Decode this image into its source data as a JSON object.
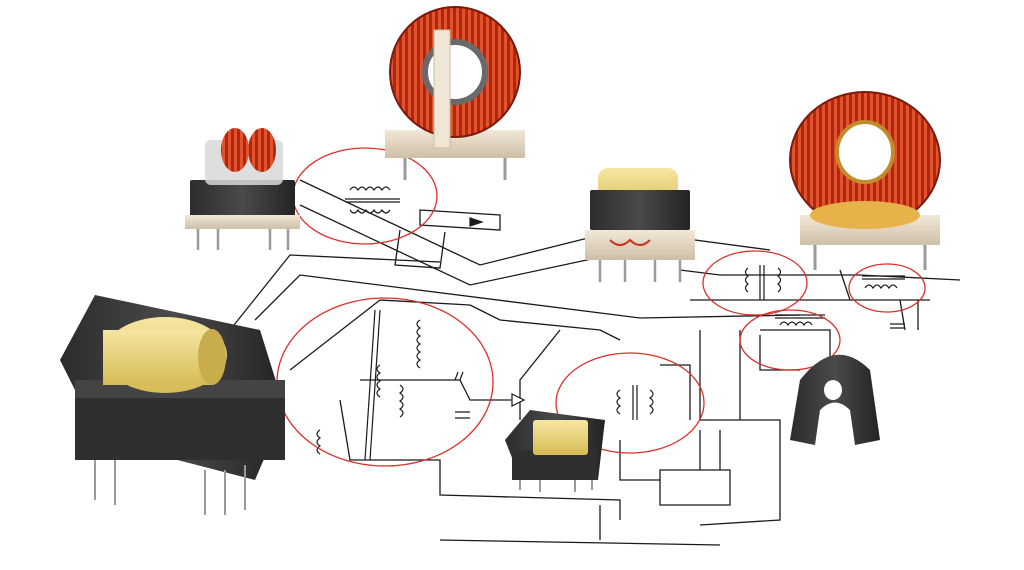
{
  "scene": {
    "background": "#ffffff",
    "line_color": "#1a1a1a",
    "highlight_color": "#d9302c",
    "copper_color": "#c8361c",
    "core_gray": "#7a7a7a",
    "bobbin_color": "#e6d9c4",
    "ferrite_color": "#3a3a3a",
    "tape_color": "#e8d27a"
  },
  "components": [
    {
      "name": "common-mode-choke",
      "icon": "transformer-icon"
    },
    {
      "name": "toroidal-choke-vertical",
      "icon": "toroid-icon"
    },
    {
      "name": "small-transformer",
      "icon": "transformer-icon"
    },
    {
      "name": "toroidal-choke-horizontal",
      "icon": "toroid-icon"
    },
    {
      "name": "large-ferrite-transformer",
      "icon": "transformer-icon"
    },
    {
      "name": "smd-transformer",
      "icon": "transformer-icon"
    },
    {
      "name": "current-sense-core",
      "icon": "ferrite-core-icon"
    }
  ],
  "highlight_count": 6
}
